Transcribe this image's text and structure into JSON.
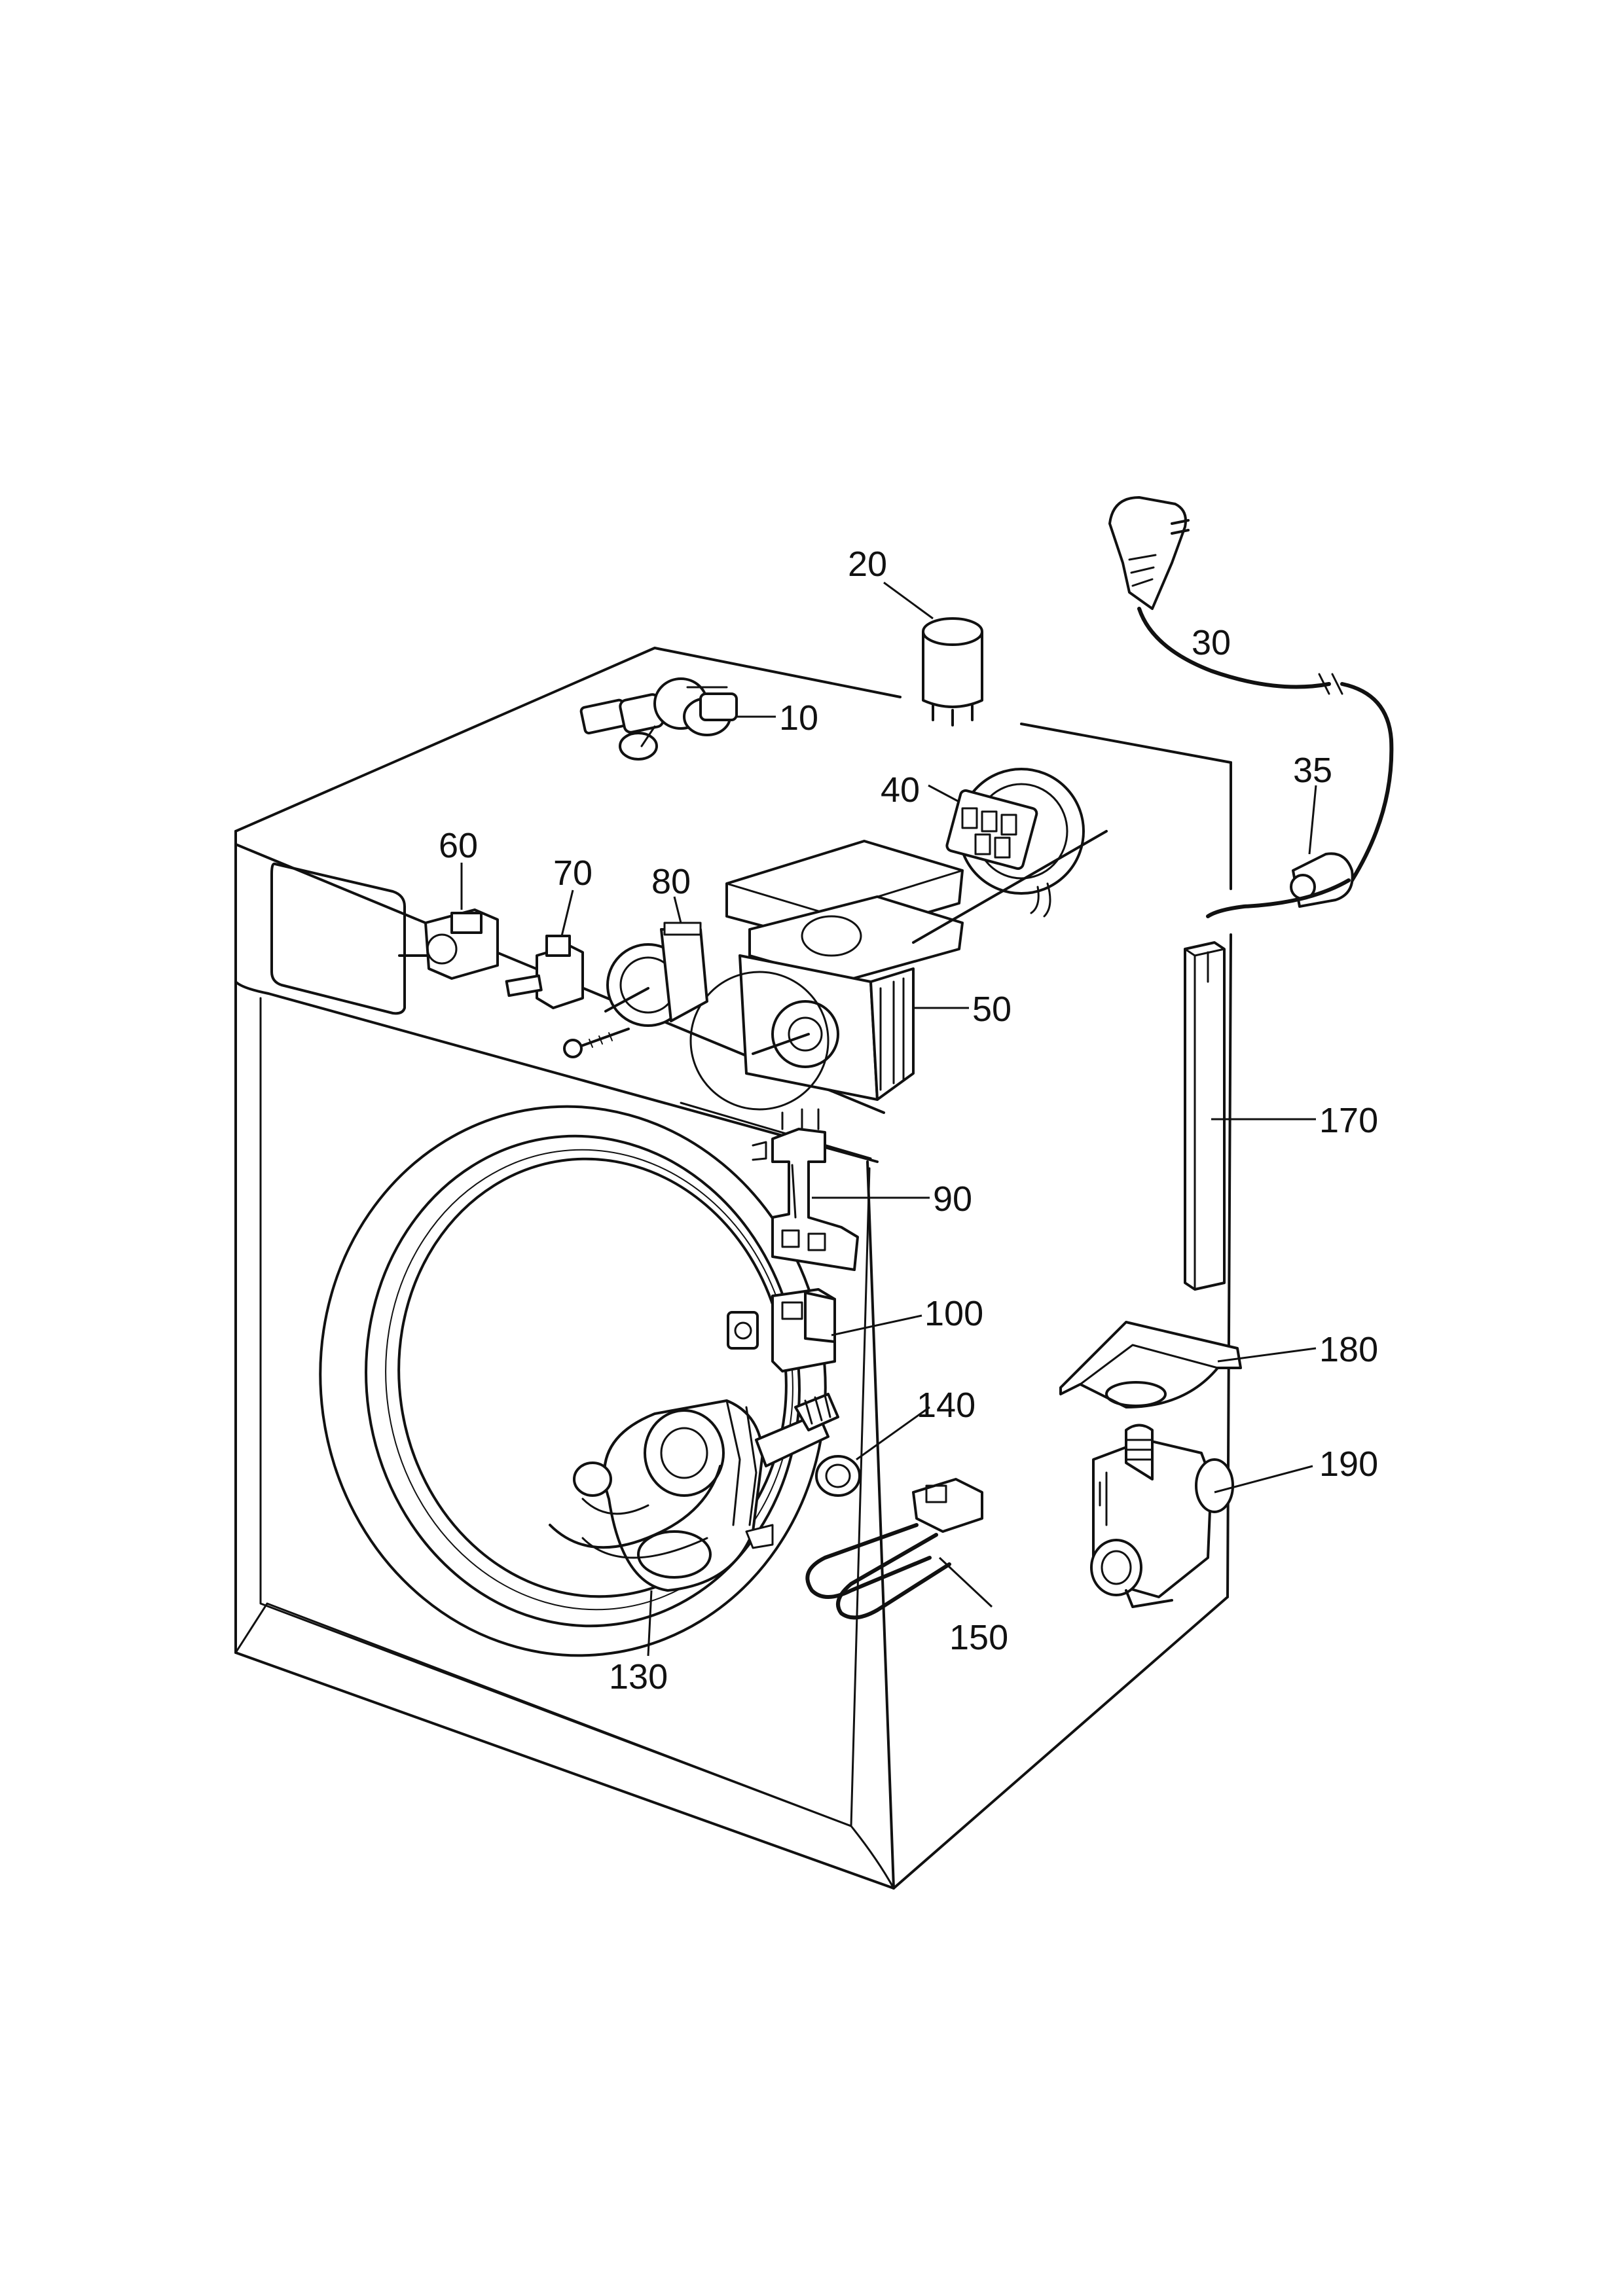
{
  "diagram": {
    "subject": "washing machine electrical components exploded view",
    "parts": [
      {
        "id": "10",
        "label": "10",
        "icon": "water-inlet-valve-icon"
      },
      {
        "id": "20",
        "label": "20",
        "icon": "capacitor-icon"
      },
      {
        "id": "30",
        "label": "30",
        "icon": "power-cord-icon"
      },
      {
        "id": "35",
        "label": "35",
        "icon": "cable-clamp-icon"
      },
      {
        "id": "40",
        "label": "40",
        "icon": "pressure-switch-icon"
      },
      {
        "id": "50",
        "label": "50",
        "icon": "programme-timer-icon"
      },
      {
        "id": "60",
        "label": "60",
        "icon": "push-button-switch-icon"
      },
      {
        "id": "70",
        "label": "70",
        "icon": "push-button-switch-icon"
      },
      {
        "id": "80",
        "label": "80",
        "icon": "selector-switch-icon"
      },
      {
        "id": "90",
        "label": "90",
        "icon": "wiring-connector-icon"
      },
      {
        "id": "100",
        "label": "100",
        "icon": "door-interlock-icon"
      },
      {
        "id": "130",
        "label": "130",
        "icon": "motor-icon"
      },
      {
        "id": "140",
        "label": "140",
        "icon": "thermostat-icon"
      },
      {
        "id": "150",
        "label": "150",
        "icon": "heating-element-icon"
      },
      {
        "id": "170",
        "label": "170",
        "icon": "cable-channel-icon"
      },
      {
        "id": "180",
        "label": "180",
        "icon": "pump-cover-icon"
      },
      {
        "id": "190",
        "label": "190",
        "icon": "drain-pump-icon"
      }
    ]
  }
}
